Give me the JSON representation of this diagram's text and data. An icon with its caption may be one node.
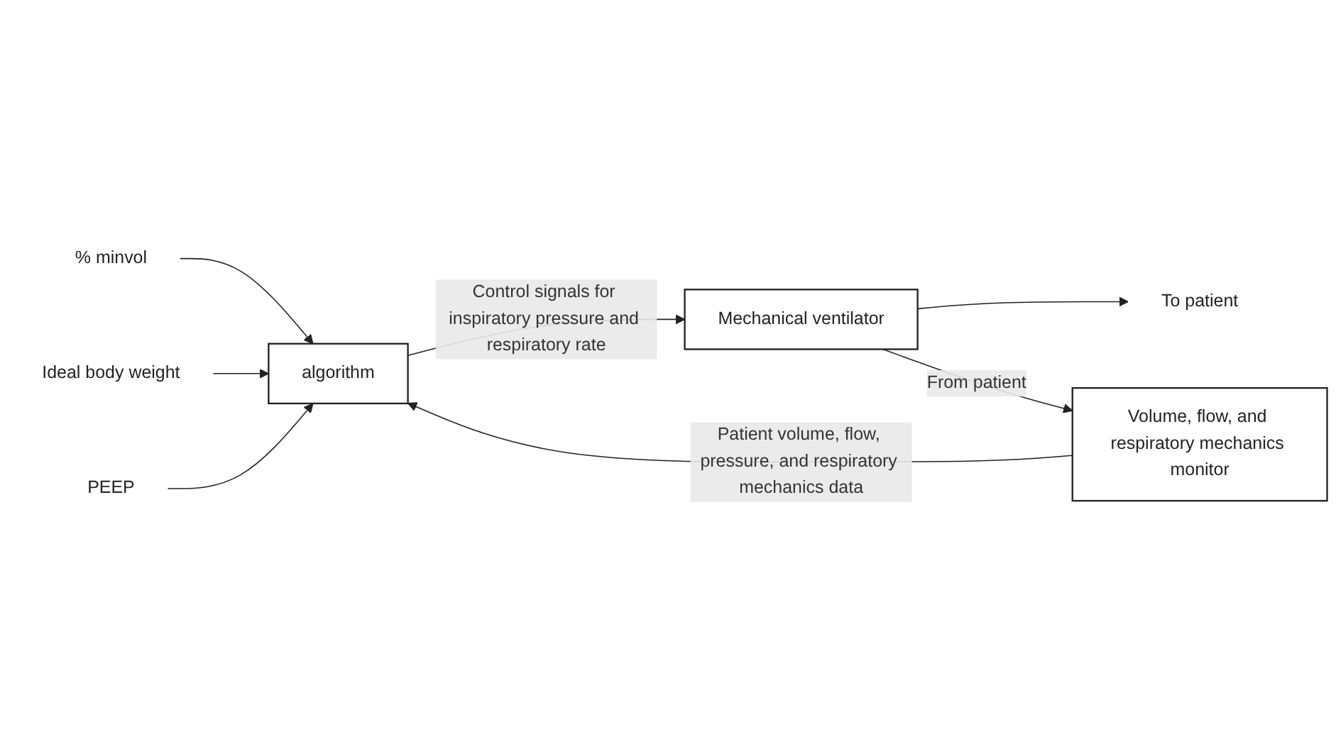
{
  "diagram": {
    "nodes": [
      {
        "text": [
          "% minvol"
        ]
      },
      {
        "text": [
          "Ideal body weight"
        ]
      },
      {
        "text": [
          "PEEP"
        ]
      },
      {
        "text": [
          "algorithm"
        ]
      },
      {
        "text": [
          "Mechanical ventilator"
        ]
      },
      {
        "text": [
          "To patient"
        ]
      },
      {
        "text": [
          "Volume, flow, and respiratory mechanics monitor"
        ]
      }
    ],
    "edges": [
      {
        "from": 0,
        "to": 3,
        "arrow": "to"
      },
      {
        "from": 1,
        "to": 3,
        "arrow": "to"
      },
      {
        "from": 2,
        "to": 3,
        "arrow": "to"
      },
      {
        "from": 3,
        "to": 4,
        "arrow": "to",
        "label": "Control signals for inspiratory pressure and respiratory rate"
      },
      {
        "from": 4,
        "to": 5,
        "arrow": "to"
      },
      {
        "from": 4,
        "to": 6,
        "arrow": "to",
        "label": "From patient"
      },
      {
        "from": 6,
        "to": 3,
        "arrow": "to",
        "label": "Patient volume, flow, pressure, and respiratory mechanics data"
      }
    ]
  }
}
